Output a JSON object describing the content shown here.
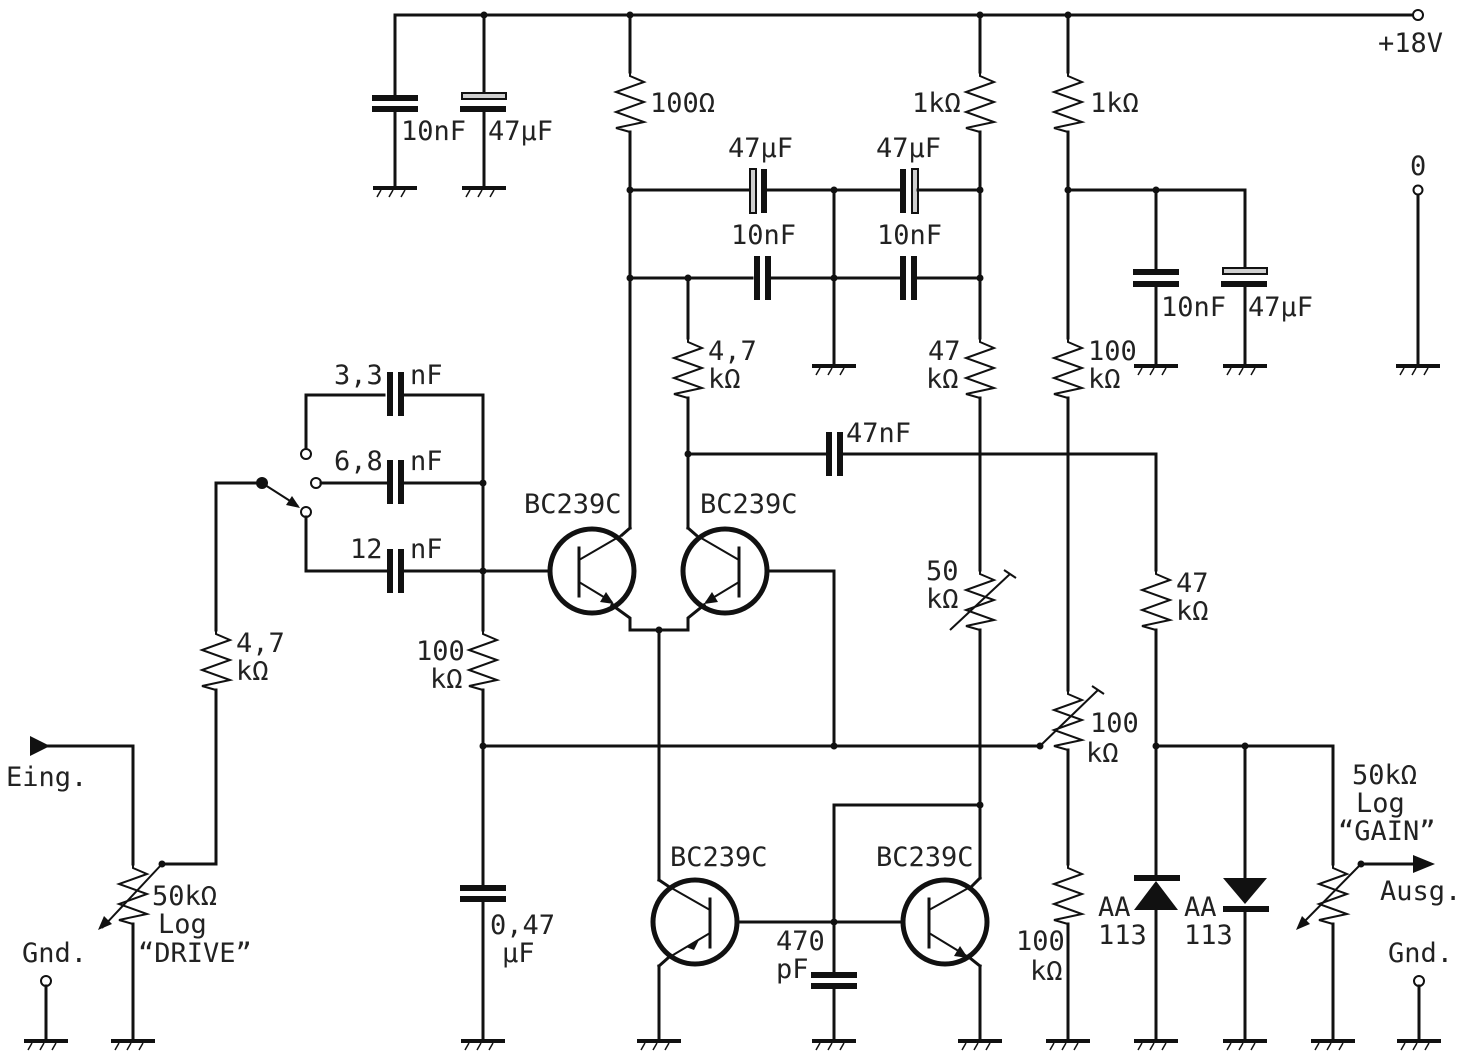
{
  "diagram": {
    "title": "Noise gate / drive circuit schematic",
    "supply": {
      "label": "+18V"
    },
    "zero_terminal": {
      "label": "0"
    },
    "input": {
      "label": "Eing."
    },
    "output": {
      "label": "Ausg."
    },
    "gnd_left": {
      "label": "Gnd."
    },
    "gnd_right": {
      "label": "Gnd."
    },
    "components": {
      "c_supply_10n": "10nF",
      "c_supply_47u": "47µF",
      "r_100": "100Ω",
      "r_1k_a": "1kΩ",
      "r_1k_b": "1kΩ",
      "c_47u_a": "47µF",
      "c_47u_b": "47µF",
      "c_10n_a": "10nF",
      "c_10n_b": "10nF",
      "c_10n_c": "10nF",
      "c_47u_c": "47µF",
      "r_4k7_col": {
        "l1": "4,7",
        "l2": "kΩ"
      },
      "r_47k": {
        "l1": "47",
        "l2": "kΩ"
      },
      "r_100k_top": {
        "l1": "100",
        "l2": "kΩ"
      },
      "c_3n3": {
        "l1": "3,3",
        "l2": "nF"
      },
      "c_6n8": {
        "l1": "6,8",
        "l2": "nF"
      },
      "c_12n": {
        "l1": "12",
        "l2": "nF"
      },
      "c_47n": "47nF",
      "q1": "BC239C",
      "q2": "BC239C",
      "q3": "BC239C",
      "q4": "BC239C",
      "r_4k7_in": {
        "l1": "4,7",
        "l2": "kΩ"
      },
      "r_100k_bias": {
        "l1": "100",
        "l2": "kΩ"
      },
      "trim_50k": {
        "l1": "50",
        "l2": "kΩ"
      },
      "r_47k_b": {
        "l1": "47",
        "l2": "kΩ"
      },
      "trim_100k": {
        "l1": "100",
        "l2": "kΩ"
      },
      "pot_drive": {
        "l1": "50kΩ",
        "l2": "Log",
        "l3": "“DRIVE”"
      },
      "pot_gain": {
        "l1": "50kΩ",
        "l2": "Log",
        "l3": "“GAIN”"
      },
      "c_047u": {
        "l1": "0,47",
        "l2": "µF"
      },
      "c_470p": {
        "l1": "470",
        "l2": "pF"
      },
      "r_100k_bottom": {
        "l1": "100",
        "l2": "kΩ"
      },
      "d1": {
        "l1": "AA",
        "l2": "113"
      },
      "d2": {
        "l1": "AA",
        "l2": "113"
      }
    }
  }
}
